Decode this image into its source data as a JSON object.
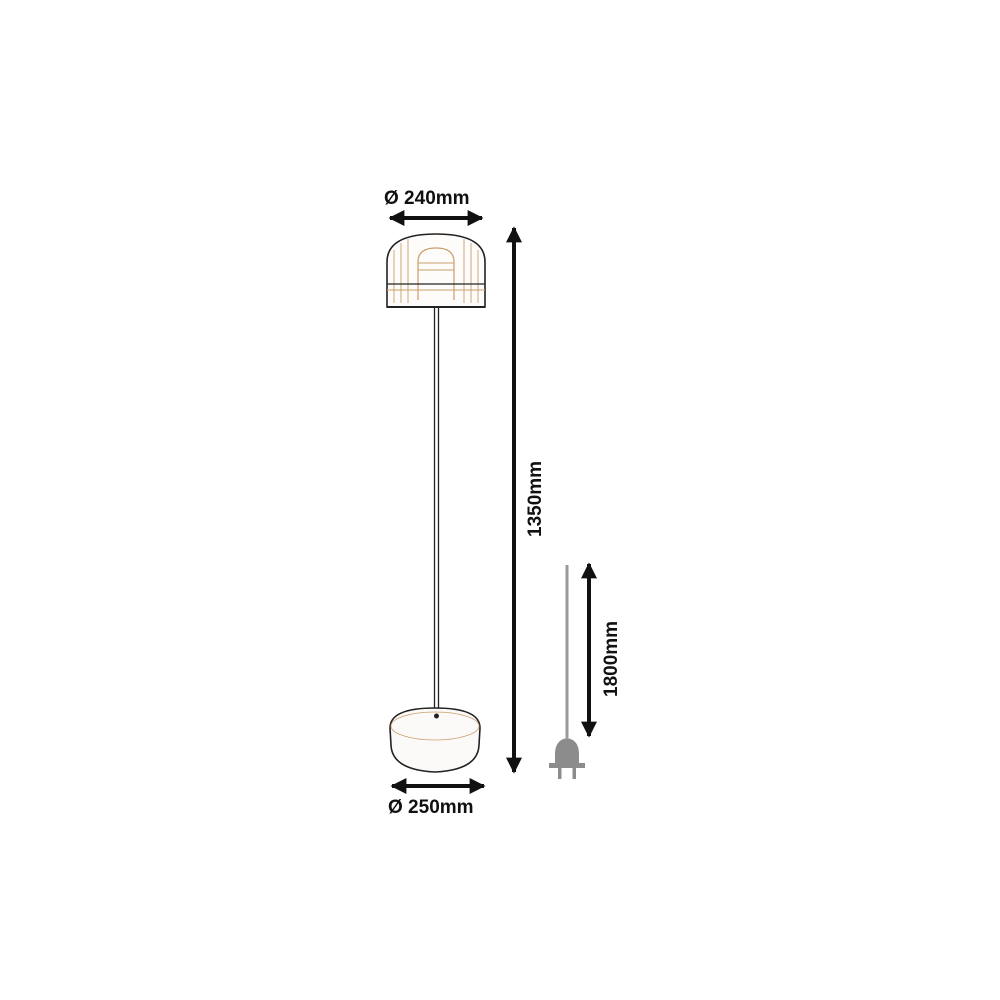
{
  "dimensions": {
    "shade_diameter": "Ø 240mm",
    "base_diameter": "Ø 250mm",
    "height": "1350mm",
    "cable_length": "1800mm"
  },
  "colors": {
    "line": "#111111",
    "cable": "#9a9a9a",
    "plug": "#8c8c8c",
    "shade_accent": "#c9a06a",
    "base_fill": "#fbfaf8"
  }
}
